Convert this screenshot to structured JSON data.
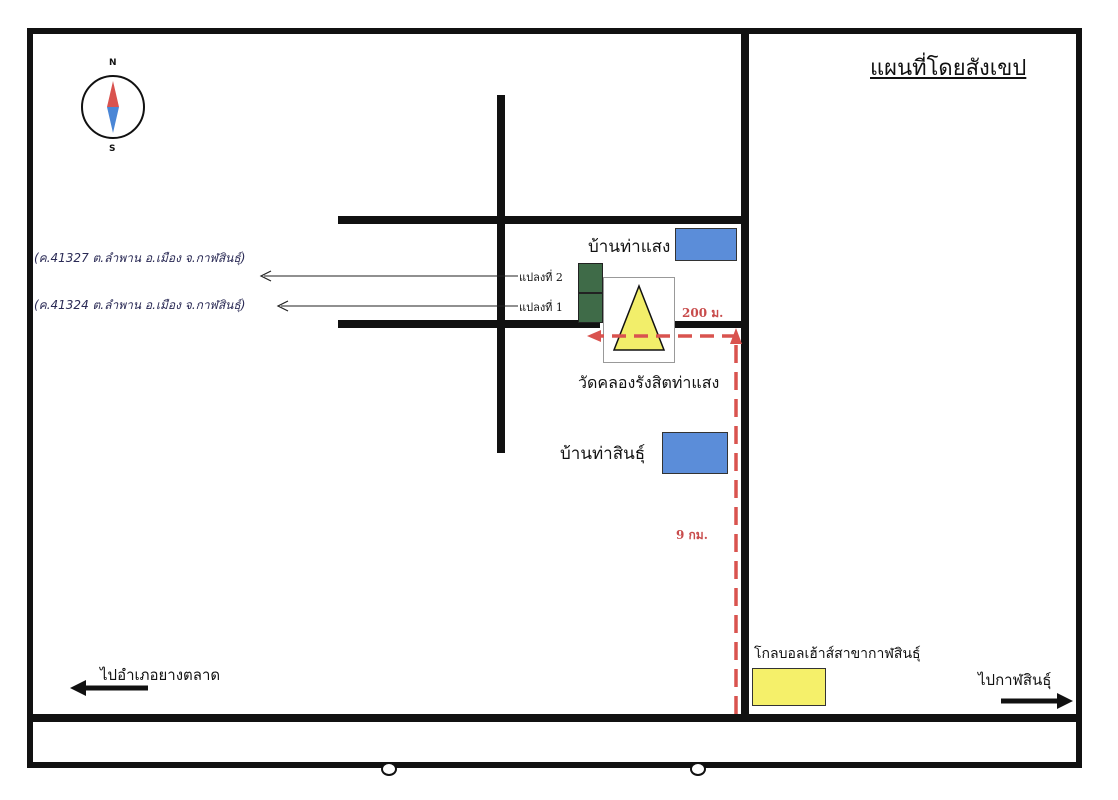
{
  "title": "แผนที่โดยสังเขป",
  "compass": {
    "north": "N",
    "south": "S"
  },
  "places": {
    "ban_tha_saeng": "บ้านท่าแสง",
    "ban_tha_sin": "บ้านท่าสินธุ์",
    "wat": "วัดคลองรังสิตท่าแสง",
    "globalhouse": "โกลบอลเฮ้าส์สาขากาฬสินธุ์"
  },
  "plots": {
    "plot2": "แปลงที่ 2",
    "plot1": "แปลงที่ 1"
  },
  "notes": {
    "plot2": "(ค.41327 ต.ลำพาน อ.เมือง จ.กาฬสินธุ์)",
    "plot1": "(ค.41324 ต.ลำพาน อ.เมือง จ.กาฬสินธุ์)"
  },
  "distances": {
    "short": "200 ม.",
    "long": "9 กม."
  },
  "directions": {
    "left": "ไปอำเภอยางตลาด",
    "right": "ไปกาฬสินธุ์"
  },
  "colors": {
    "road": "#111111",
    "village": "#5b8dd9",
    "plot": "#3f6b48",
    "temple": "#f2ee6a",
    "globalhouse": "#f5f06a",
    "route": "#d9534f",
    "compass_north": "#d9534f",
    "compass_south": "#4a86d6"
  }
}
